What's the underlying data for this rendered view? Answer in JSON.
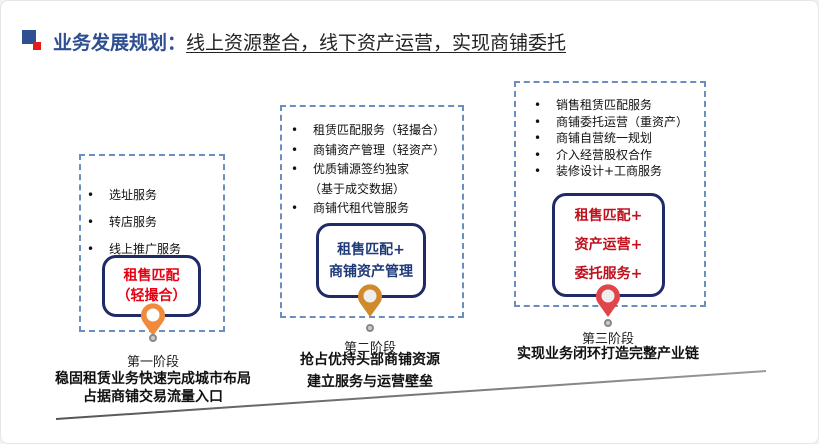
{
  "header": {
    "title": "业务发展规划：",
    "subtitle": "线上资源整合，线下资产运营，实现商铺委托"
  },
  "stages": [
    {
      "items": [
        "选址服务",
        "转店服务",
        "线上推广服务"
      ],
      "core": [
        "租售匹配",
        "（轻撮合）"
      ],
      "core_color": "#e60012",
      "pin_color": "#f08a3c",
      "label": "第一阶段",
      "desc": [
        "稳固租赁业务快速完成城市布局",
        "占据商铺交易流量入口"
      ]
    },
    {
      "items": [
        "租赁匹配服务（轻撮合）",
        "商铺资产管理（轻资产）",
        "优质铺源签约独家",
        "（基于成交数据）",
        "商铺代租代管服务"
      ],
      "core": [
        "租售匹配+",
        "商铺资产管理"
      ],
      "core_color": "#1f3a7a",
      "pin_color": "#d08a2c",
      "label": "第二阶段",
      "desc": [
        "抢占优持头部商铺资源",
        "建立服务与运营壁垒"
      ]
    },
    {
      "items": [
        "销售租赁匹配服务",
        "商铺委托运营（重资产）",
        "商铺自营统一规划",
        "介入经营股权合作",
        "装修设计+工商服务"
      ],
      "core": [
        "租售匹配+",
        "资产运营+",
        "委托服务+"
      ],
      "core_color": "#c0101c",
      "pin_color": "#e0454a",
      "label": "第三阶段",
      "desc": [
        "实现业务闭环打造完整产业链"
      ]
    }
  ]
}
